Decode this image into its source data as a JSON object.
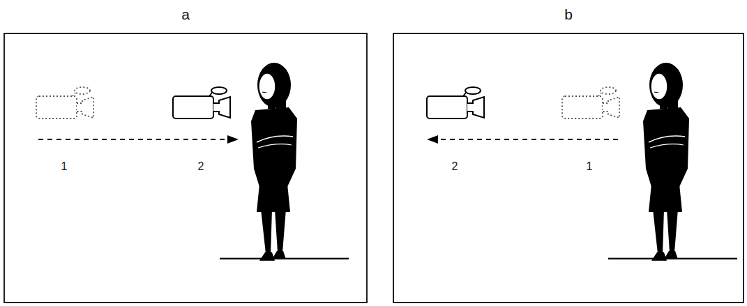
{
  "diagram": {
    "nodes": [
      {
        "text": [
          "a"
        ]
      },
      {
        "text": [
          "b"
        ]
      }
    ],
    "labels": [
      "1",
      "2",
      "2",
      "1"
    ]
  }
}
